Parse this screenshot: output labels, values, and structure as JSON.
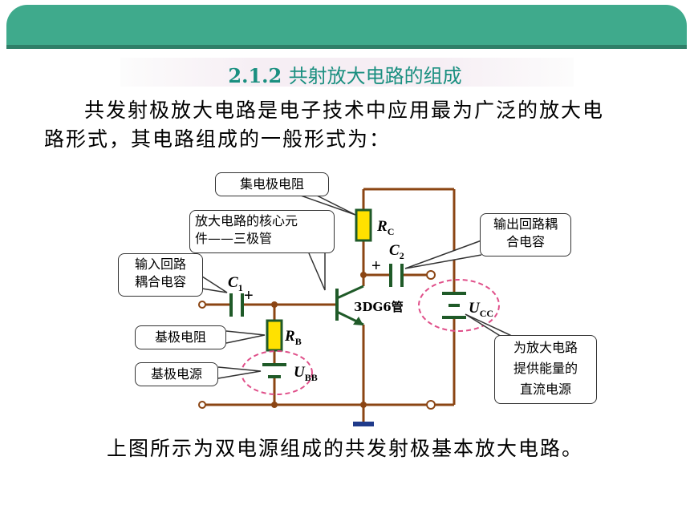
{
  "section": {
    "number": "2.1.2",
    "title": "共射放大电路的组成"
  },
  "paragraph": {
    "line1": "共发射极放大电路是电子技术中应用最为广泛的放大电",
    "line2": "路形式，其电路组成的一般形式为："
  },
  "callouts": {
    "collector_resistor": "集电极电阻",
    "core_component_line1": "放大电路的核心元",
    "core_component_line2": "件——三极管",
    "input_coupling_line1": "输入回路",
    "input_coupling_line2": "耦合电容",
    "output_coupling_line1": "输出回路耦",
    "output_coupling_line2": "合电容",
    "base_resistor": "基极电阻",
    "base_source": "基极电源",
    "power_line1": "为放大电路",
    "power_line2": "提供能量的",
    "power_line3": "直流电源"
  },
  "circuit_labels": {
    "rc_main": "R",
    "rc_sub": "C",
    "c2_main": "C",
    "c2_sub": "2",
    "c1_main": "C",
    "c1_sub": "1",
    "rb_main": "R",
    "rb_sub": "B",
    "ubb_main": "U",
    "ubb_sub": "BB",
    "ucc_main": "U",
    "ucc_sub": "CC",
    "transistor": "3DG6管",
    "plus": "+"
  },
  "caption": "上图所示为双电源组成的共发射极基本放大电路。",
  "colors": {
    "header": "#3faa8c",
    "wire": "#8b4513",
    "component": "#1f5a28",
    "resistor": "#ffe100",
    "title": "#1a8f80",
    "dashed": "#e0508a"
  }
}
